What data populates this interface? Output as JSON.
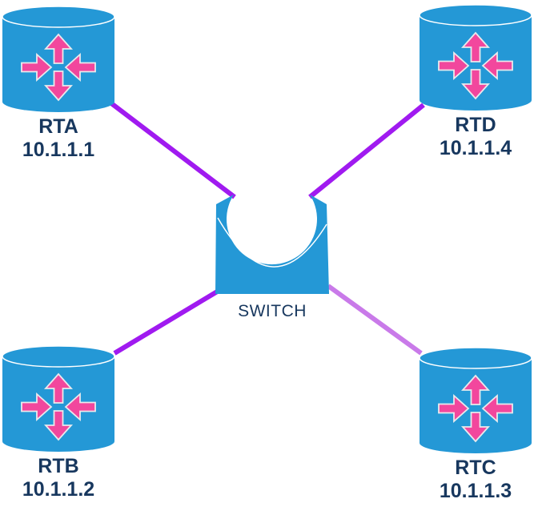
{
  "diagram": {
    "type": "network-topology",
    "switch": {
      "label": "SWITCH"
    },
    "routers": [
      {
        "name": "RTA",
        "ip": "10.1.1.1",
        "position": "top-left"
      },
      {
        "name": "RTD",
        "ip": "10.1.1.4",
        "position": "top-right"
      },
      {
        "name": "RTB",
        "ip": "10.1.1.2",
        "position": "bottom-left"
      },
      {
        "name": "RTC",
        "ip": "10.1.1.3",
        "position": "bottom-right"
      }
    ],
    "links": [
      {
        "from": "RTA",
        "to": "SWITCH",
        "style": "primary"
      },
      {
        "from": "RTD",
        "to": "SWITCH",
        "style": "primary"
      },
      {
        "from": "RTB",
        "to": "SWITCH",
        "style": "primary"
      },
      {
        "from": "RTC",
        "to": "SWITCH",
        "style": "light"
      }
    ],
    "colors": {
      "background": "#FFFFFF",
      "node_fill": "#2498D6",
      "arrow_fill": "#F2479D",
      "arrow_outline": "#E9E9EC",
      "link_primary": "#A01AF0",
      "link_light": "#C97AE9",
      "label_color": "#17375E"
    }
  }
}
